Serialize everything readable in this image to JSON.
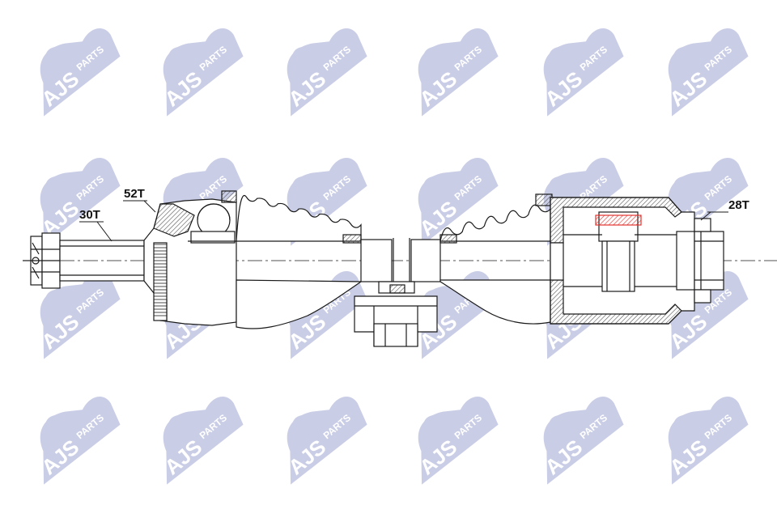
{
  "watermark": {
    "brand": "AJS",
    "suffix": "PARTS",
    "color": "#c9cde6"
  },
  "labels": {
    "outer_spline": "30T",
    "abs_ring": "52T",
    "inner_spline": "28T"
  },
  "colors": {
    "line": "#1a1a1a",
    "hatch": "#555555",
    "accent": "#e2342f"
  }
}
